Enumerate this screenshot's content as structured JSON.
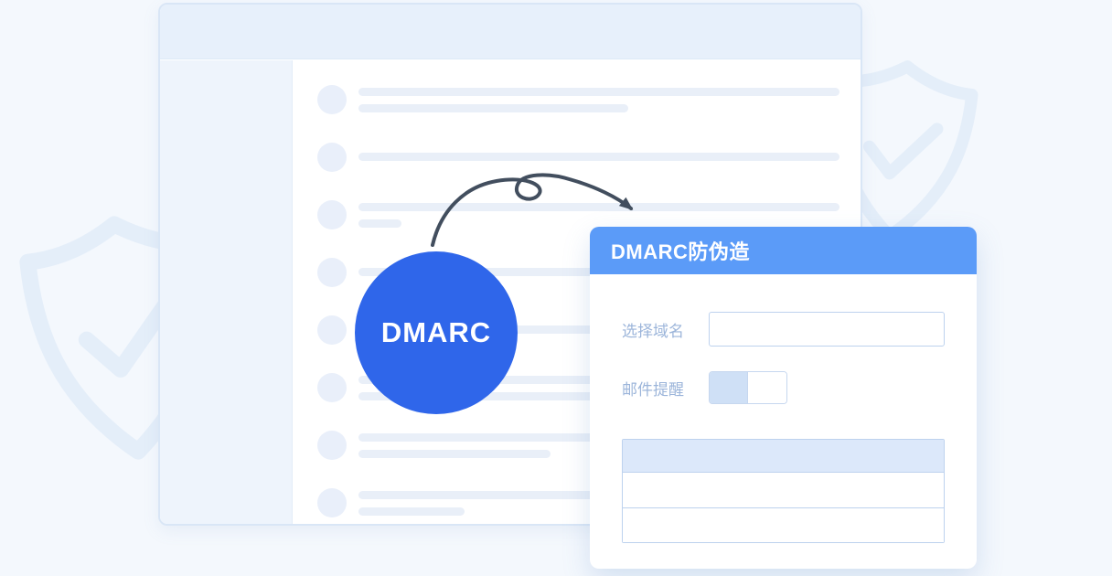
{
  "badge": {
    "label": "DMARC",
    "color": "#2f66ea"
  },
  "panel": {
    "title": "DMARC防伪造",
    "header_color": "#5b9bf8",
    "fields": [
      {
        "label": "选择域名",
        "control": "input",
        "value": "",
        "placeholder": ""
      },
      {
        "label": "邮件提醒",
        "control": "toggle",
        "state": "on"
      }
    ],
    "table": {
      "columns": 1,
      "header_rows": 1,
      "body_rows": 2
    }
  },
  "icons": {
    "watermark_left": "shield-check-icon",
    "watermark_right": "shield-check-icon",
    "arrow": "curved-arrow-icon"
  },
  "colors": {
    "background": "#f4f8fd",
    "window_border": "#d9e6f6",
    "window_header": "#e7f0fb",
    "sidebar": "#eef4fc",
    "skeleton": "#e9eff8",
    "label_text": "#9cb5da",
    "field_border": "#bdd2ee",
    "table_header_fill": "#dce8fa",
    "toggle_fill": "#cfe0f6",
    "arrow": "#424e5e",
    "shield_watermark": "#e4eef9"
  }
}
